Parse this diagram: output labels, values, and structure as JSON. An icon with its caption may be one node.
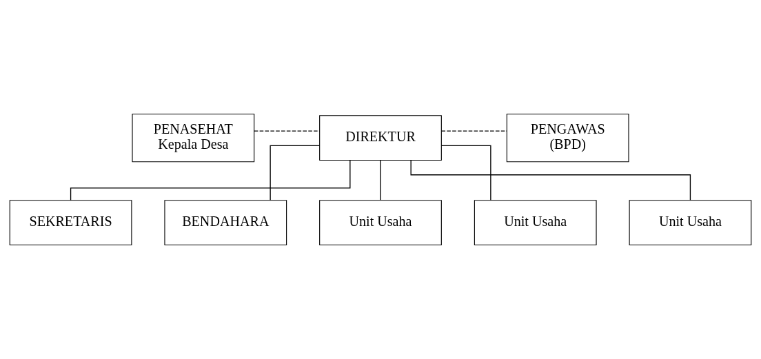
{
  "diagram": {
    "nodes": [
      {
        "text": [
          "PENASEHAT Kepala Desa"
        ]
      },
      {
        "text": [
          "DIREKTUR"
        ]
      },
      {
        "text": [
          "PENGAWAS (BPD)"
        ]
      },
      {
        "text": [
          "SEKRETARIS"
        ]
      },
      {
        "text": [
          "BENDAHARA"
        ]
      },
      {
        "text": [
          "Unit Usaha"
        ]
      },
      {
        "text": [
          "Unit Usaha"
        ]
      },
      {
        "text": [
          "Unit Usaha"
        ]
      }
    ],
    "edges": [
      {
        "from": 0,
        "to": 1,
        "arrow": "none",
        "style": "dashed"
      },
      {
        "from": 1,
        "to": 2,
        "arrow": "none",
        "style": "dashed"
      },
      {
        "from": 1,
        "to": 3,
        "arrow": "none"
      },
      {
        "from": 1,
        "to": 4,
        "arrow": "none"
      },
      {
        "from": 1,
        "to": 5,
        "arrow": "none"
      },
      {
        "from": 1,
        "to": 6,
        "arrow": "none"
      },
      {
        "from": 1,
        "to": 7,
        "arrow": "none"
      }
    ]
  }
}
